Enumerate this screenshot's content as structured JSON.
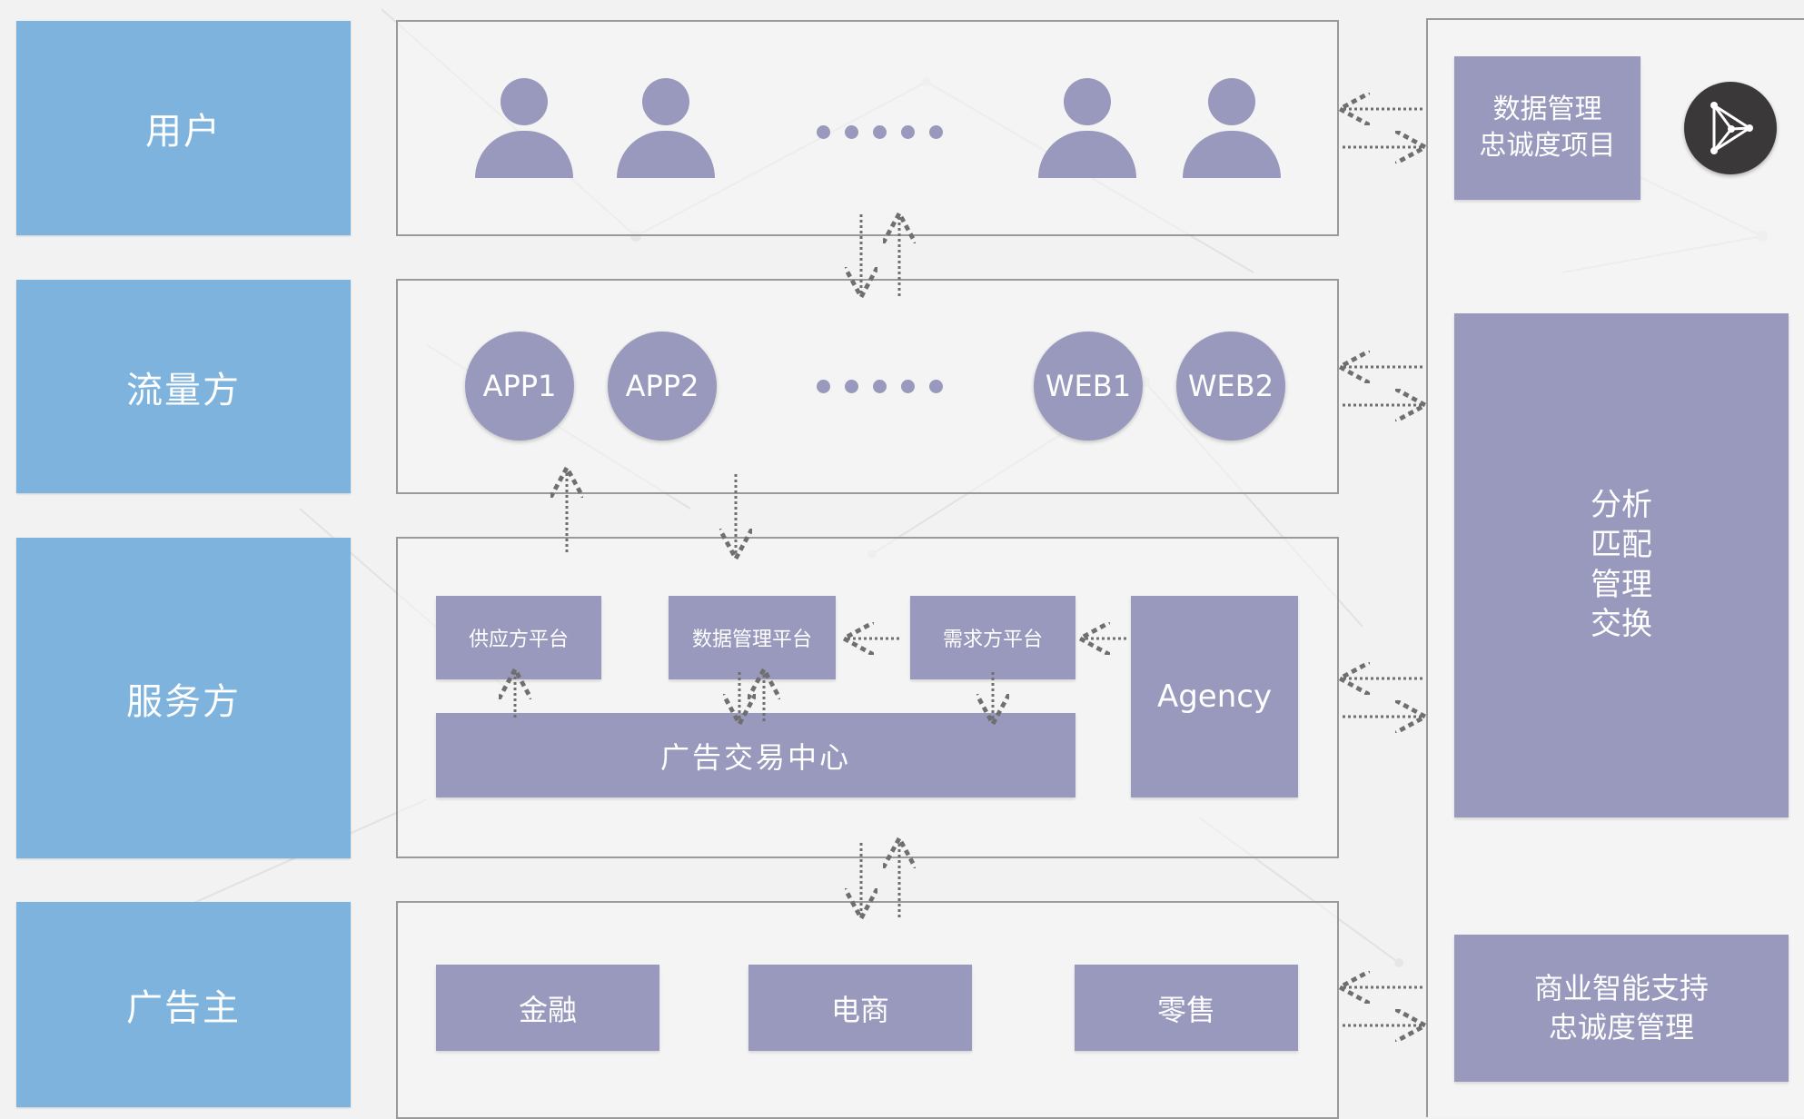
{
  "lanes": {
    "users": "用户",
    "traffic": "流量方",
    "service": "服务方",
    "advertiser": "广告主"
  },
  "traffic": {
    "app1": "APP1",
    "app2": "APP2",
    "web1": "WEB1",
    "web2": "WEB2"
  },
  "service": {
    "supply_platform": "供应方平台",
    "data_platform": "数据管理平台",
    "demand_platform": "需求方平台",
    "agency": "Agency",
    "ad_exchange": "广告交易中心"
  },
  "advertisers": {
    "finance": "金融",
    "ecommerce": "电商",
    "retail": "零售"
  },
  "right": {
    "top": "数据管理\n忠诚度项目",
    "middle": "分析\n匹配\n管理\n交换",
    "bottom": "商业智能支持\n忠诚度管理"
  },
  "icons": {
    "logo": "play-triangle-network-icon",
    "user": "person-icon",
    "ellipsis": "dots-icon"
  },
  "colors": {
    "lane": "#7db3dd",
    "node": "#9899bd",
    "background": "#f2f2f2",
    "border": "#9a9a9a"
  }
}
